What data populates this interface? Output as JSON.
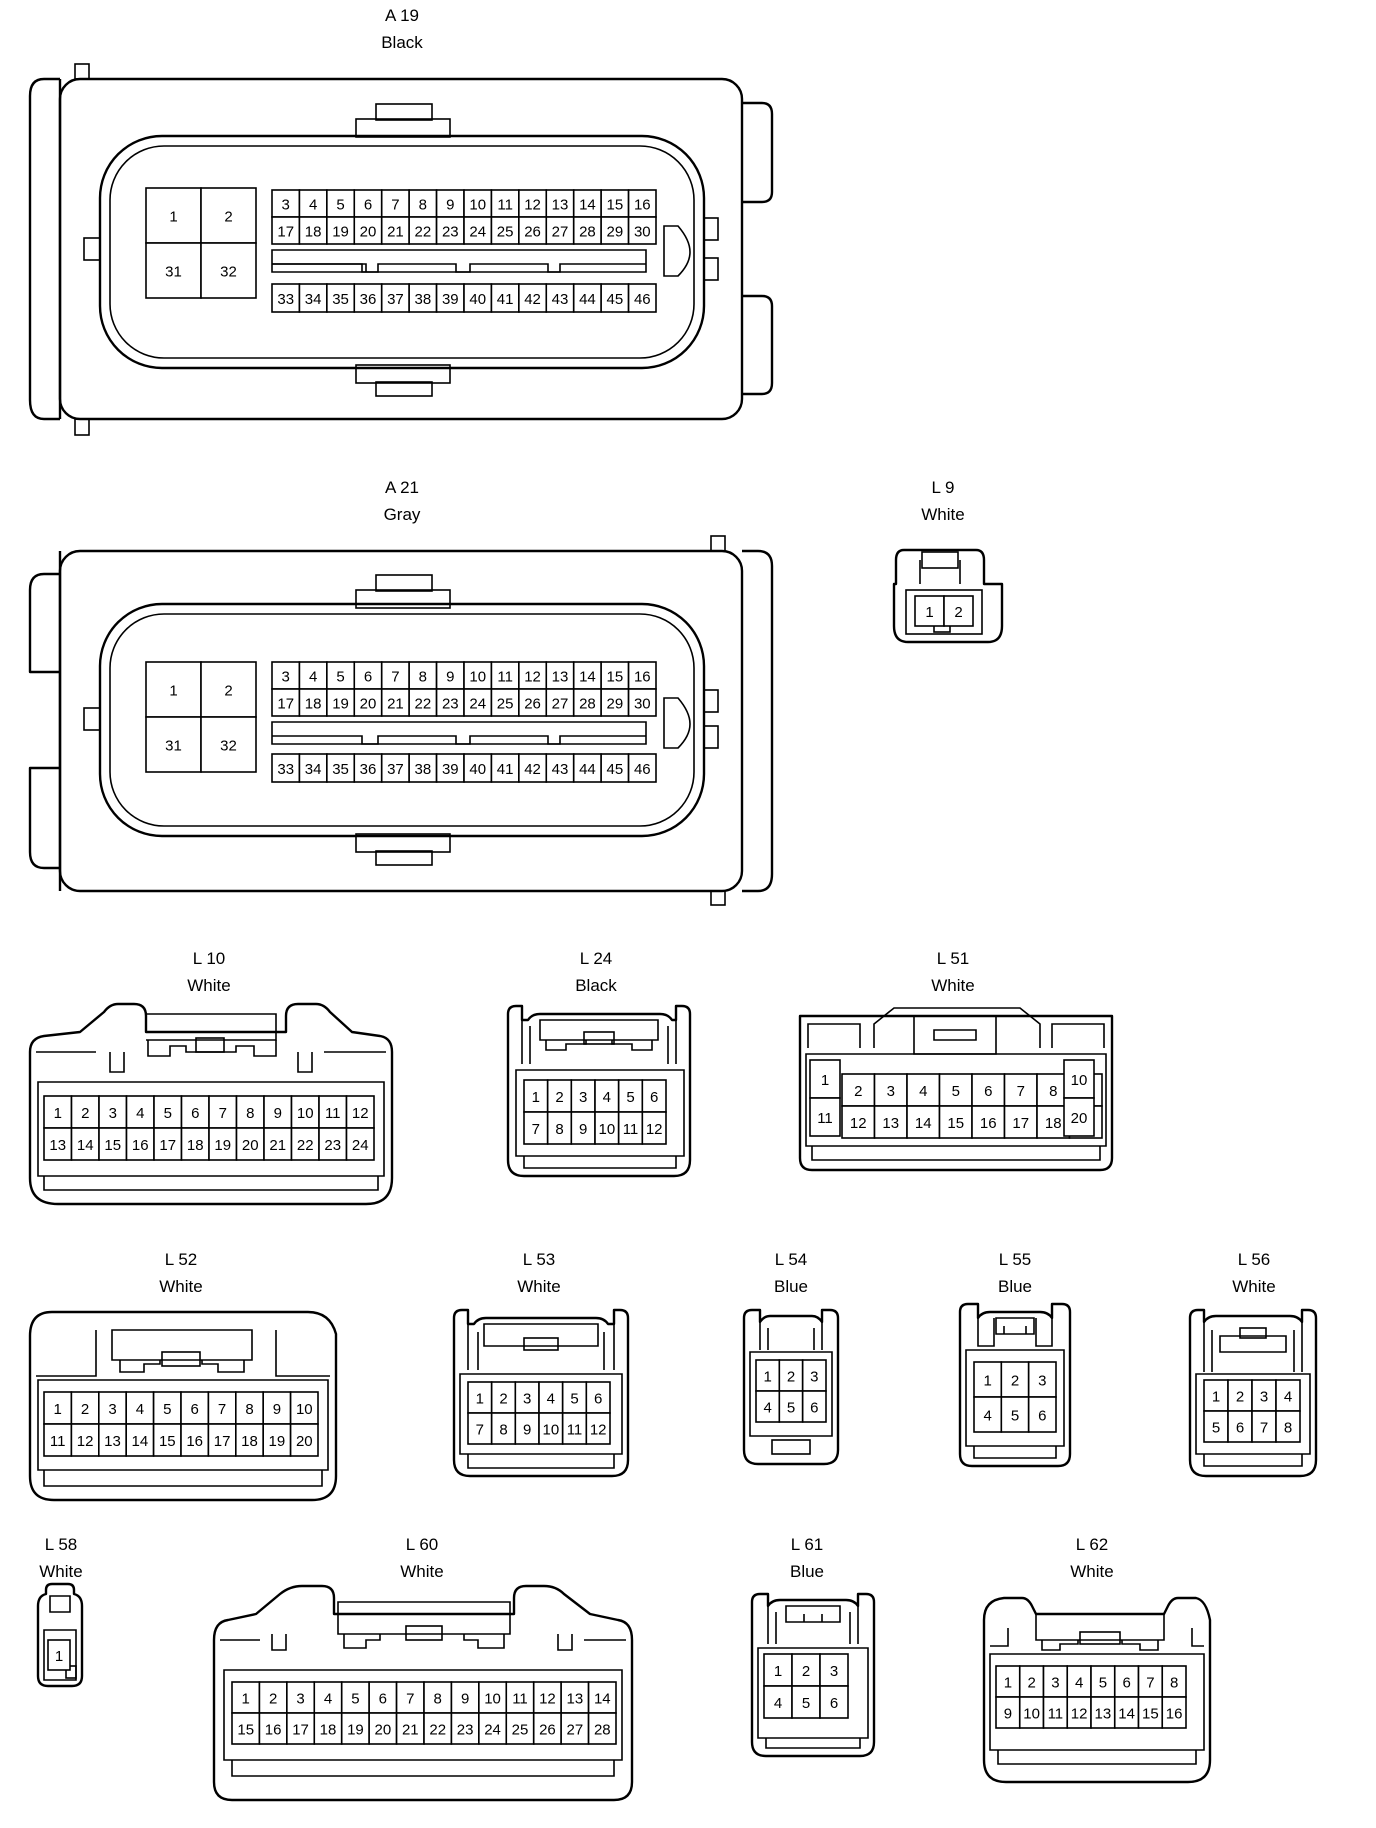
{
  "connectors": [
    {
      "id": "A 19",
      "color": "Black",
      "pins": {
        "block": [
          [
            "1",
            "2"
          ],
          [
            "31",
            "32"
          ]
        ],
        "upper": [
          [
            "3",
            "4",
            "5",
            "6",
            "7",
            "8",
            "9",
            "10",
            "11",
            "12",
            "13",
            "14",
            "15",
            "16"
          ],
          [
            "17",
            "18",
            "19",
            "20",
            "21",
            "22",
            "23",
            "24",
            "25",
            "26",
            "27",
            "28",
            "29",
            "30"
          ]
        ],
        "lower": [
          [
            "33",
            "34",
            "35",
            "36",
            "37",
            "38",
            "39",
            "40",
            "41",
            "42",
            "43",
            "44",
            "45",
            "46"
          ]
        ]
      }
    },
    {
      "id": "A 21",
      "color": "Gray",
      "pins": {
        "block": [
          [
            "1",
            "2"
          ],
          [
            "31",
            "32"
          ]
        ],
        "upper": [
          [
            "3",
            "4",
            "5",
            "6",
            "7",
            "8",
            "9",
            "10",
            "11",
            "12",
            "13",
            "14",
            "15",
            "16"
          ],
          [
            "17",
            "18",
            "19",
            "20",
            "21",
            "22",
            "23",
            "24",
            "25",
            "26",
            "27",
            "28",
            "29",
            "30"
          ]
        ],
        "lower": [
          [
            "33",
            "34",
            "35",
            "36",
            "37",
            "38",
            "39",
            "40",
            "41",
            "42",
            "43",
            "44",
            "45",
            "46"
          ]
        ]
      }
    },
    {
      "id": "L 9",
      "color": "White",
      "pins": {
        "main": [
          [
            "1",
            "2"
          ]
        ]
      }
    },
    {
      "id": "L 10",
      "color": "White",
      "pins": {
        "main": [
          [
            "1",
            "2",
            "3",
            "4",
            "5",
            "6",
            "7",
            "8",
            "9",
            "10",
            "11",
            "12"
          ],
          [
            "13",
            "14",
            "15",
            "16",
            "17",
            "18",
            "19",
            "20",
            "21",
            "22",
            "23",
            "24"
          ]
        ]
      }
    },
    {
      "id": "L 24",
      "color": "Black",
      "pins": {
        "main": [
          [
            "1",
            "2",
            "3",
            "4",
            "5",
            "6"
          ],
          [
            "7",
            "8",
            "9",
            "10",
            "11",
            "12"
          ]
        ]
      }
    },
    {
      "id": "L 51",
      "color": "White",
      "pins": {
        "left": [
          [
            "1"
          ],
          [
            "11"
          ]
        ],
        "mid": [
          [
            "2",
            "3",
            "4",
            "5",
            "6",
            "7",
            "8",
            "9"
          ],
          [
            "12",
            "13",
            "14",
            "15",
            "16",
            "17",
            "18",
            "19"
          ]
        ],
        "right": [
          [
            "10"
          ],
          [
            "20"
          ]
        ]
      }
    },
    {
      "id": "L 52",
      "color": "White",
      "pins": {
        "main": [
          [
            "1",
            "2",
            "3",
            "4",
            "5",
            "6",
            "7",
            "8",
            "9",
            "10"
          ],
          [
            "11",
            "12",
            "13",
            "14",
            "15",
            "16",
            "17",
            "18",
            "19",
            "20"
          ]
        ]
      }
    },
    {
      "id": "L 53",
      "color": "White",
      "pins": {
        "main": [
          [
            "1",
            "2",
            "3",
            "4",
            "5",
            "6"
          ],
          [
            "7",
            "8",
            "9",
            "10",
            "11",
            "12"
          ]
        ]
      }
    },
    {
      "id": "L 54",
      "color": "Blue",
      "pins": {
        "main": [
          [
            "1",
            "2",
            "3"
          ],
          [
            "4",
            "5",
            "6"
          ]
        ]
      }
    },
    {
      "id": "L 55",
      "color": "Blue",
      "pins": {
        "main": [
          [
            "1",
            "2",
            "3"
          ],
          [
            "4",
            "5",
            "6"
          ]
        ]
      }
    },
    {
      "id": "L 56",
      "color": "White",
      "pins": {
        "main": [
          [
            "1",
            "2",
            "3",
            "4"
          ],
          [
            "5",
            "6",
            "7",
            "8"
          ]
        ]
      }
    },
    {
      "id": "L 58",
      "color": "White",
      "pins": {
        "main": [
          [
            "1"
          ]
        ]
      }
    },
    {
      "id": "L 60",
      "color": "White",
      "pins": {
        "main": [
          [
            "1",
            "2",
            "3",
            "4",
            "5",
            "6",
            "7",
            "8",
            "9",
            "10",
            "11",
            "12",
            "13",
            "14"
          ],
          [
            "15",
            "16",
            "17",
            "18",
            "19",
            "20",
            "21",
            "22",
            "23",
            "24",
            "25",
            "26",
            "27",
            "28"
          ]
        ]
      }
    },
    {
      "id": "L 61",
      "color": "Blue",
      "pins": {
        "main": [
          [
            "1",
            "2",
            "3"
          ],
          [
            "4",
            "5",
            "6"
          ]
        ]
      }
    },
    {
      "id": "L 62",
      "color": "White",
      "pins": {
        "main": [
          [
            "1",
            "2",
            "3",
            "4",
            "5",
            "6",
            "7",
            "8"
          ],
          [
            "9",
            "10",
            "11",
            "12",
            "13",
            "14",
            "15",
            "16"
          ]
        ]
      }
    }
  ]
}
